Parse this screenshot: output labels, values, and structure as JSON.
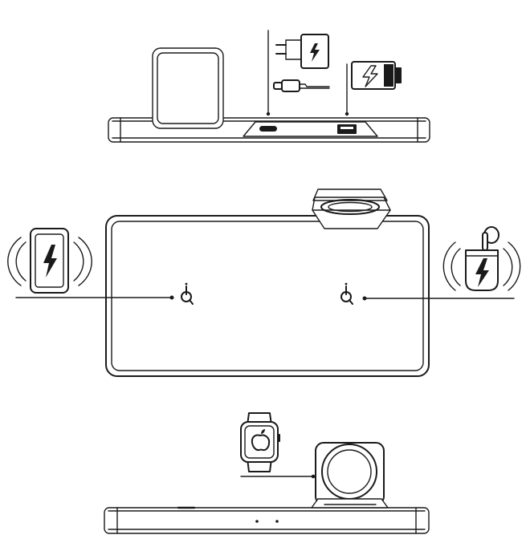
{
  "diagram": {
    "panels": [
      "side-view-ports",
      "top-view-charging-pads",
      "side-view-watch-charger"
    ],
    "icons": {
      "wall_adapter": "wall-adapter-icon",
      "usb_c_cable": "usb-c-cable-icon",
      "battery": "battery-charging-icon",
      "phone": "phone-wireless-charging-icon",
      "earbuds": "earbuds-case-charging-icon",
      "watch": "apple-watch-icon",
      "qi": "qi-logo-icon"
    },
    "stroke_color": "#1a1a1a",
    "background": "#ffffff"
  }
}
